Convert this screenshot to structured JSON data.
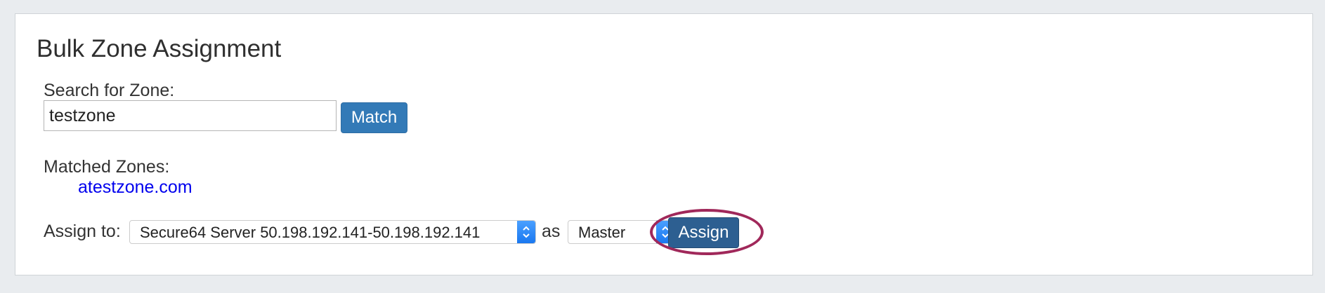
{
  "panel": {
    "title": "Bulk Zone Assignment"
  },
  "search": {
    "label": "Search for Zone:",
    "value": "testzone",
    "placeholder": "",
    "match_button": "Match"
  },
  "matched": {
    "label": "Matched Zones:",
    "zones": [
      "atestzone.com"
    ]
  },
  "assign": {
    "label": "Assign to:",
    "server_selected": "Secure64 Server 50.198.192.141-50.198.192.141",
    "as_label": "as",
    "role_selected": "Master",
    "assign_button": "Assign"
  },
  "colors": {
    "primary_button": "#337ab7",
    "assign_button": "#2d5f91",
    "highlight": "#a0285a",
    "link": "#0000ee"
  }
}
